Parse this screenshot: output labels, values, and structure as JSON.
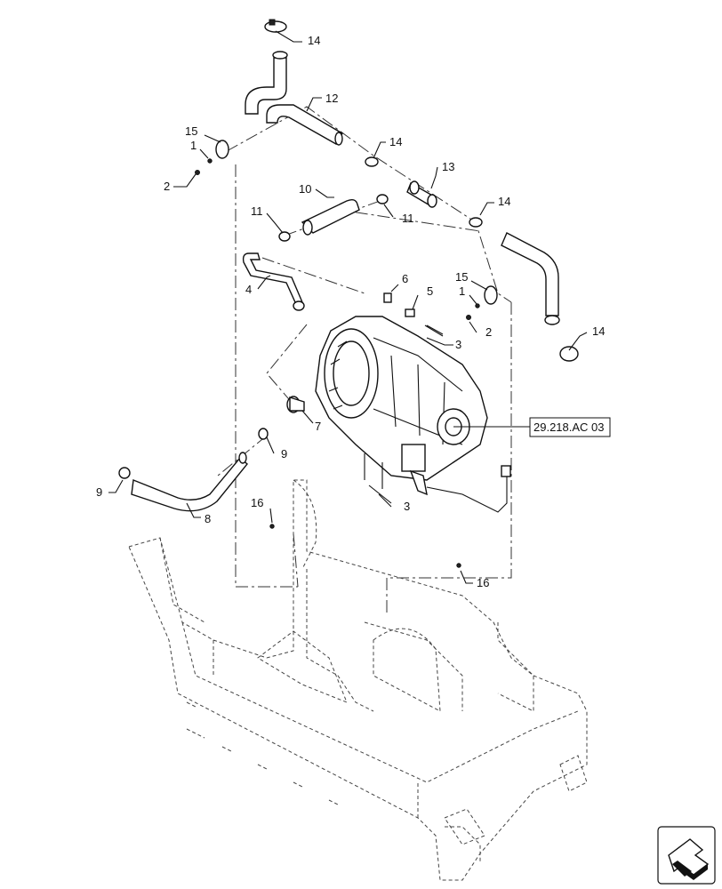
{
  "callouts": [
    "14",
    "12",
    "15",
    "1",
    "2",
    "14",
    "13",
    "10",
    "11",
    "11",
    "14",
    "4",
    "6",
    "5",
    "15",
    "1",
    "2",
    "3",
    "14",
    "7",
    "9",
    "9",
    "8",
    "16",
    "3",
    "16"
  ],
  "reference": "29.218.AC 03"
}
